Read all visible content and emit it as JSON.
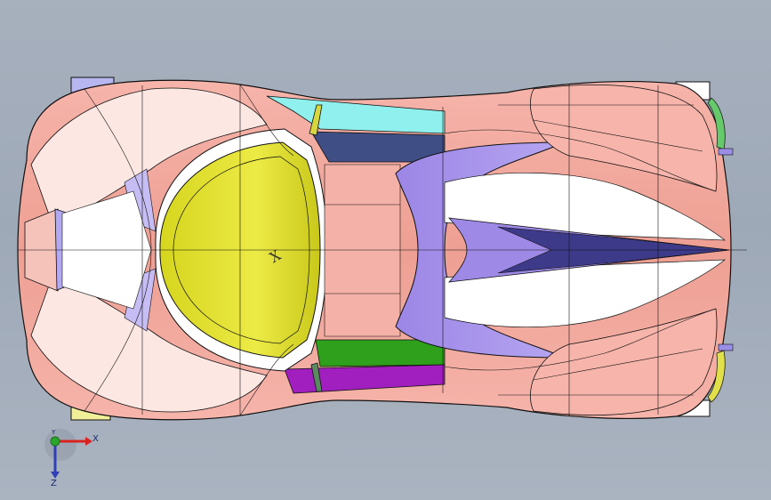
{
  "viewport": {
    "view": "top",
    "colors": {
      "background": "#a5afbc",
      "body_pink": "#f1a79c",
      "body_highlight": "#fce7e3",
      "glass_yellow": "#e7e62e",
      "purple": "#a48ee8",
      "cyan": "#8ff0ee",
      "green": "#2ea01b",
      "magenta": "#a21fbf",
      "navy": "#3f4f86",
      "lilac": "#b3a9f2",
      "yellow_trim": "#f1ef98",
      "edge": "#111111"
    }
  },
  "model_mark": {
    "text": "X"
  },
  "triad": {
    "x_label": "X",
    "y_label": "Y",
    "z_label": "Z",
    "x_color": "#d8231f",
    "y_color": "#2aa62a",
    "z_color": "#2f3fb8"
  }
}
